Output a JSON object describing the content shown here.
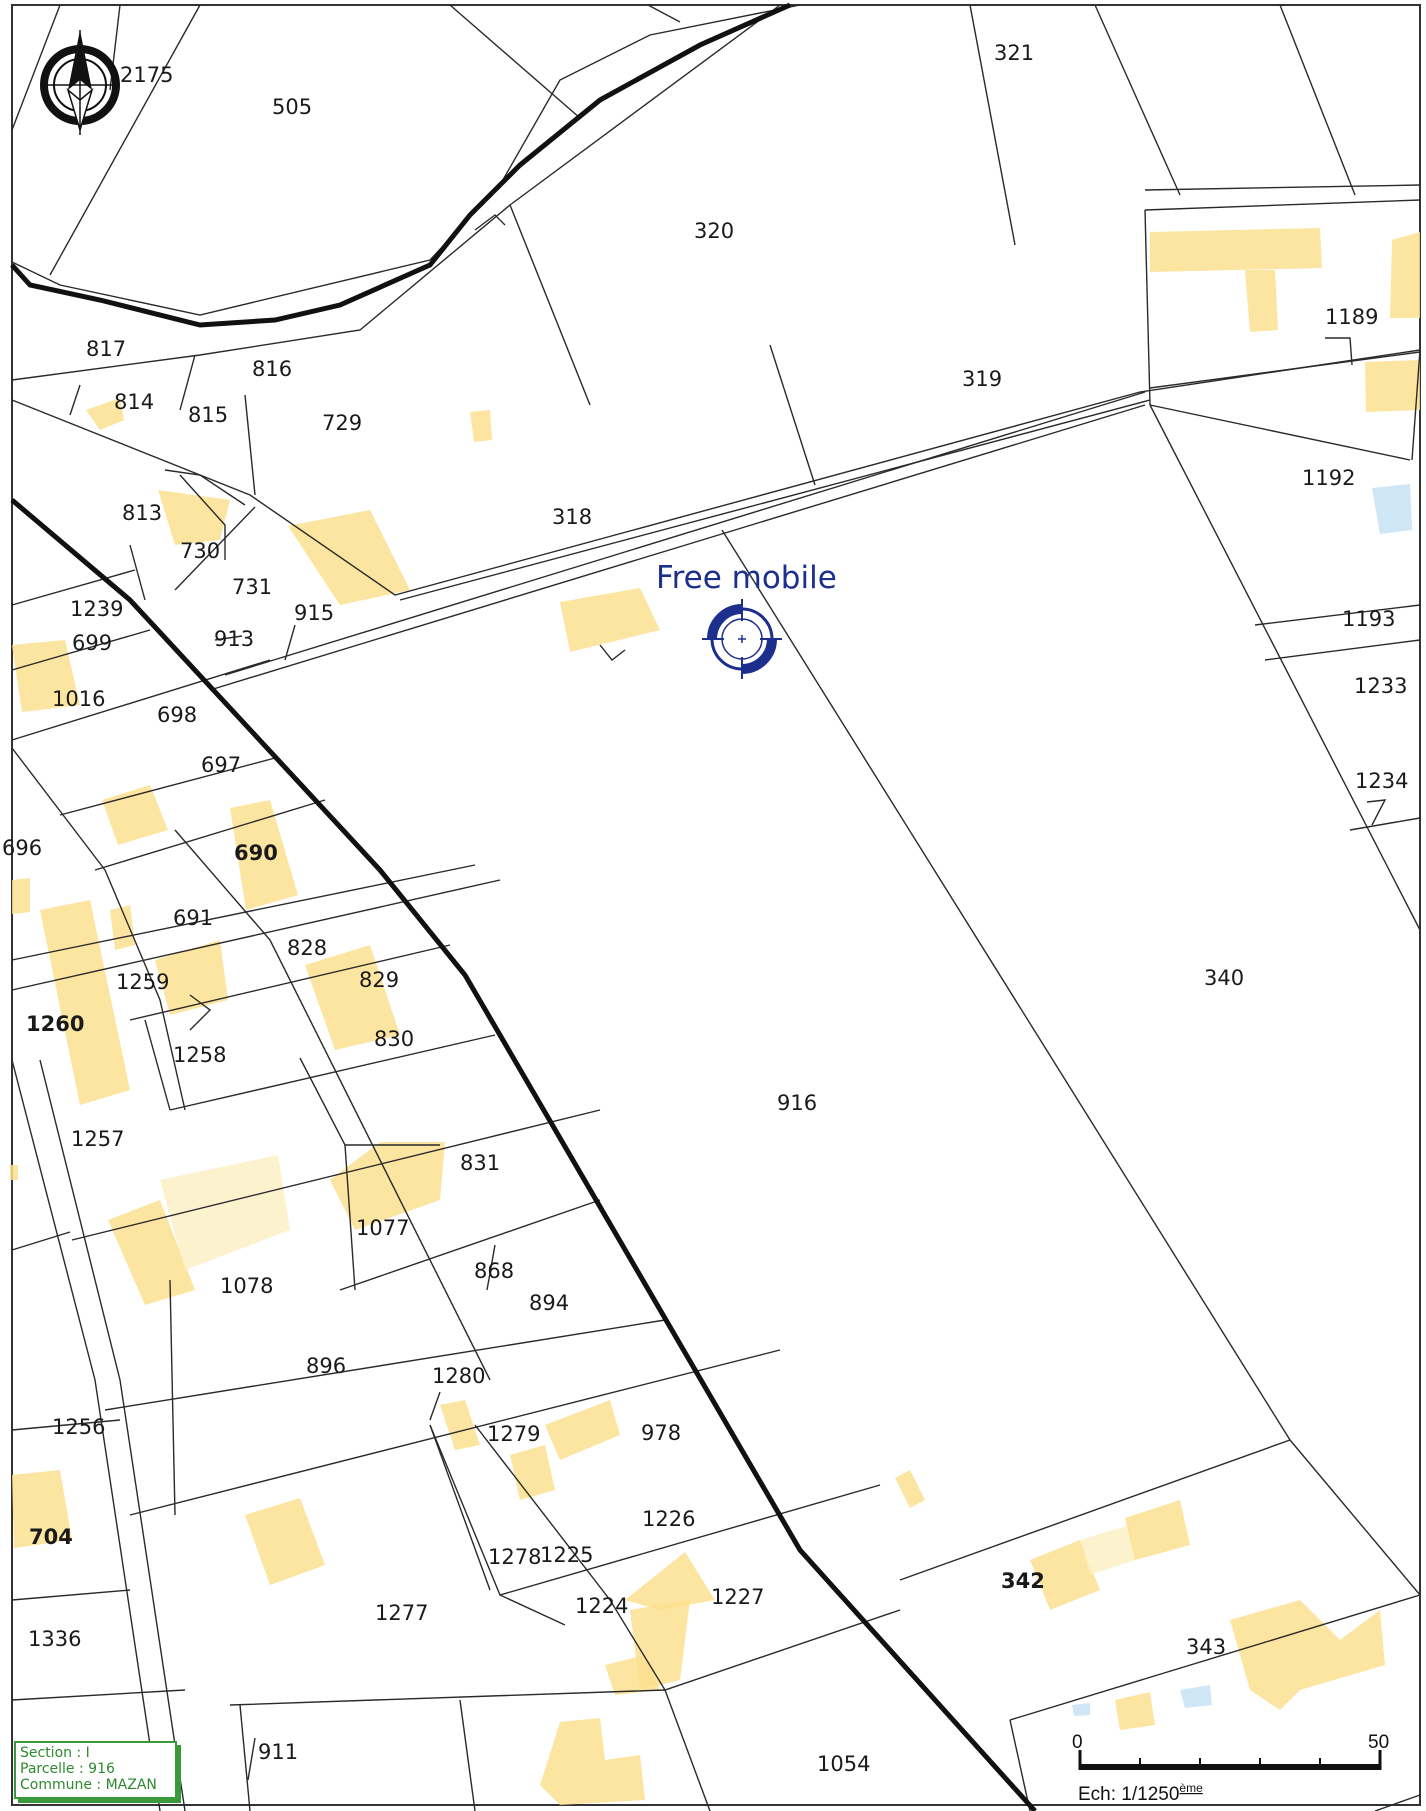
{
  "site": {
    "label": "Free mobile"
  },
  "parcels": [
    {
      "id": "p2175",
      "label": "2175"
    },
    {
      "id": "p505",
      "label": "505"
    },
    {
      "id": "p321",
      "label": "321"
    },
    {
      "id": "p320",
      "label": "320"
    },
    {
      "id": "p1189",
      "label": "1189"
    },
    {
      "id": "p817",
      "label": "817"
    },
    {
      "id": "p816",
      "label": "816"
    },
    {
      "id": "p814",
      "label": "814"
    },
    {
      "id": "p815",
      "label": "815"
    },
    {
      "id": "p729",
      "label": "729"
    },
    {
      "id": "p319",
      "label": "319"
    },
    {
      "id": "p1192",
      "label": "1192"
    },
    {
      "id": "p318",
      "label": "318"
    },
    {
      "id": "p813",
      "label": "813"
    },
    {
      "id": "p730",
      "label": "730"
    },
    {
      "id": "p731",
      "label": "731"
    },
    {
      "id": "p915",
      "label": "915"
    },
    {
      "id": "p1239",
      "label": "1239"
    },
    {
      "id": "p699",
      "label": "699"
    },
    {
      "id": "p913",
      "label": "913"
    },
    {
      "id": "p1193",
      "label": "1193"
    },
    {
      "id": "p1016",
      "label": "1016"
    },
    {
      "id": "p698",
      "label": "698"
    },
    {
      "id": "p1233",
      "label": "1233"
    },
    {
      "id": "p697",
      "label": "697"
    },
    {
      "id": "p1234",
      "label": "1234"
    },
    {
      "id": "p696",
      "label": "696"
    },
    {
      "id": "p690",
      "label": "690"
    },
    {
      "id": "p691",
      "label": "691"
    },
    {
      "id": "p828",
      "label": "828"
    },
    {
      "id": "p1259",
      "label": "1259"
    },
    {
      "id": "p829",
      "label": "829"
    },
    {
      "id": "p340",
      "label": "340"
    },
    {
      "id": "p1260",
      "label": "1260"
    },
    {
      "id": "p1258",
      "label": "1258"
    },
    {
      "id": "p830",
      "label": "830"
    },
    {
      "id": "p916",
      "label": "916"
    },
    {
      "id": "p1257",
      "label": "1257"
    },
    {
      "id": "p831",
      "label": "831"
    },
    {
      "id": "p1077",
      "label": "1077"
    },
    {
      "id": "p1078",
      "label": "1078"
    },
    {
      "id": "p868",
      "label": "868"
    },
    {
      "id": "p894",
      "label": "894"
    },
    {
      "id": "p896",
      "label": "896"
    },
    {
      "id": "p1280",
      "label": "1280"
    },
    {
      "id": "p1256",
      "label": "1256"
    },
    {
      "id": "p1279",
      "label": "1279"
    },
    {
      "id": "p978",
      "label": "978"
    },
    {
      "id": "p1226",
      "label": "1226"
    },
    {
      "id": "p704",
      "label": "704"
    },
    {
      "id": "p1278",
      "label": "1278"
    },
    {
      "id": "p1225",
      "label": "1225"
    },
    {
      "id": "p342",
      "label": "342"
    },
    {
      "id": "p1224",
      "label": "1224"
    },
    {
      "id": "p1227",
      "label": "1227"
    },
    {
      "id": "p1277",
      "label": "1277"
    },
    {
      "id": "p343",
      "label": "343"
    },
    {
      "id": "p1336",
      "label": "1336"
    },
    {
      "id": "p911",
      "label": "911"
    },
    {
      "id": "p1054",
      "label": "1054"
    }
  ],
  "scale_bar": {
    "start": "0",
    "end": "50",
    "caption": "Ech: 1/1250",
    "suffix": "ème"
  },
  "info": {
    "section": "Section : I",
    "parcelle": "Parcelle : 916",
    "commune": "Commune : MAZAN"
  },
  "colors": {
    "building": "#fbe08f",
    "site": "#1c2f8c",
    "info_border": "#3a9a3a"
  }
}
